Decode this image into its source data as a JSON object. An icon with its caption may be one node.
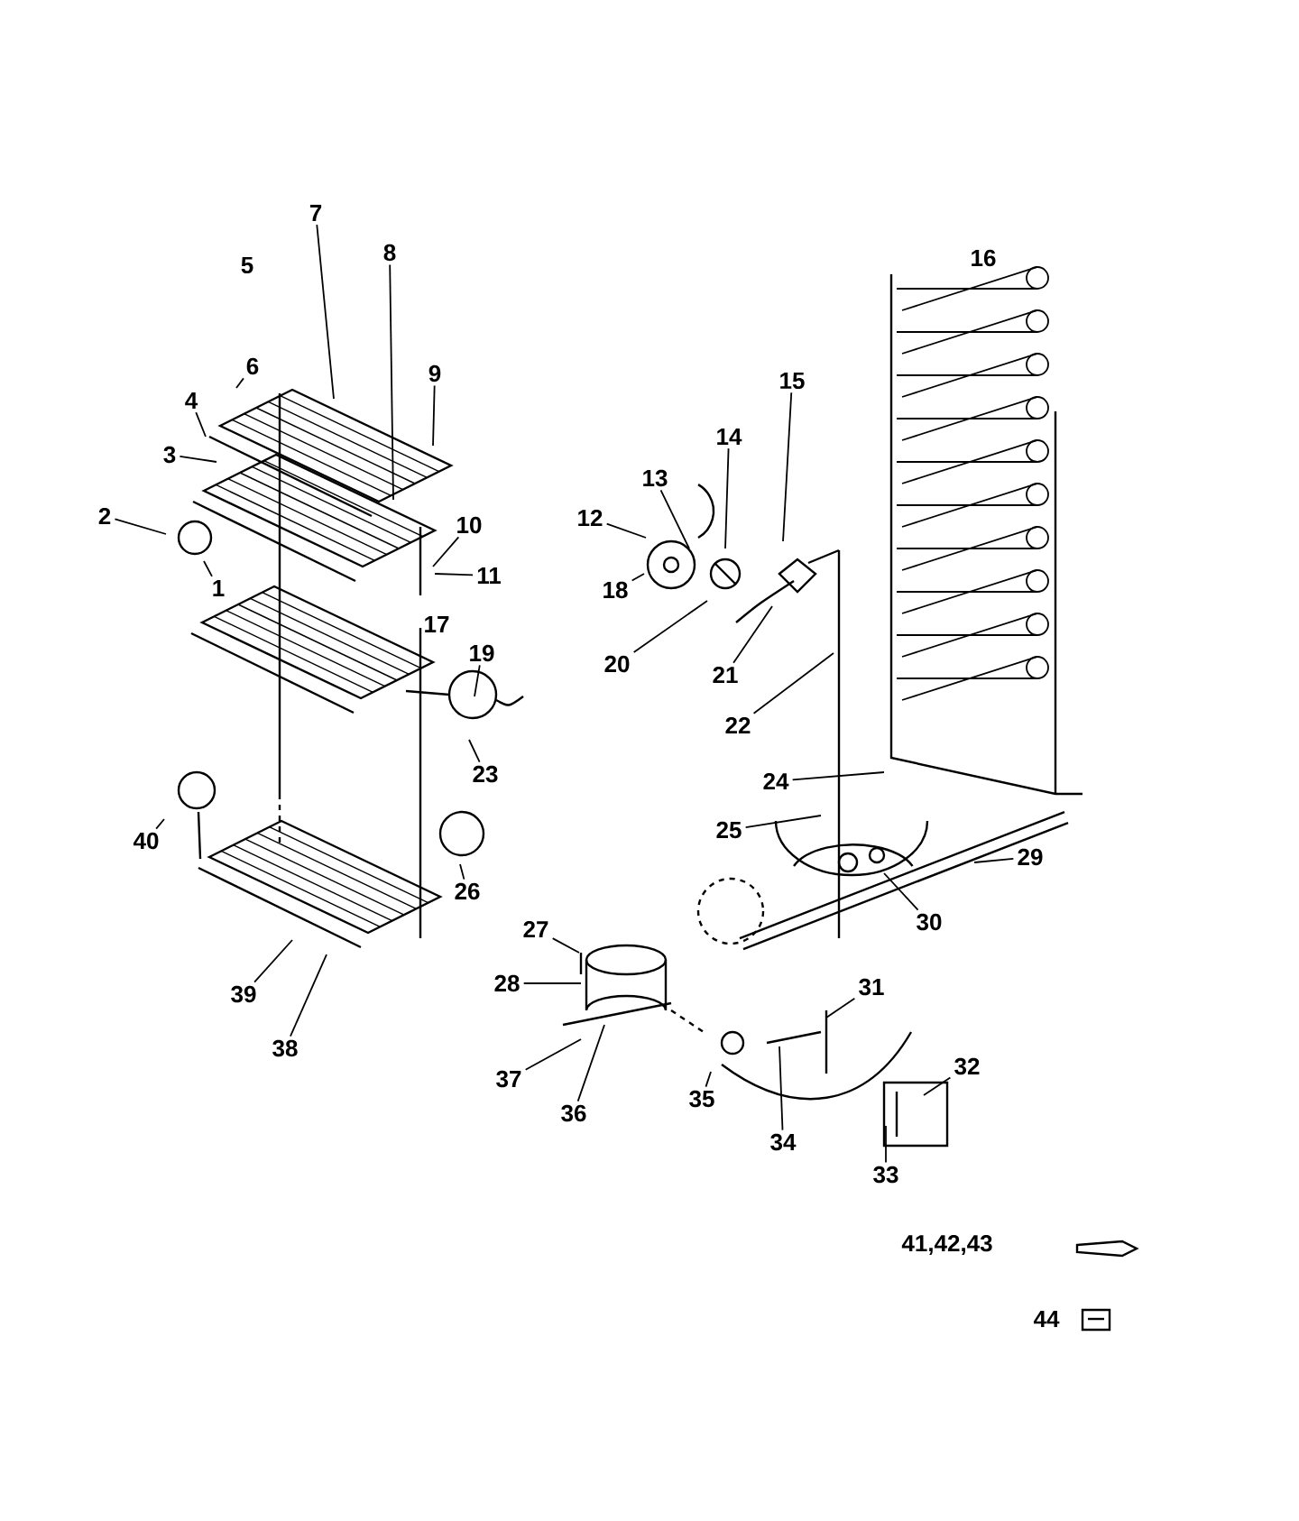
{
  "diagram": {
    "nodes": [
      {
        "text": [
          "1"
        ]
      },
      {
        "text": [
          "2"
        ]
      },
      {
        "text": [
          "3"
        ]
      },
      {
        "text": [
          "4"
        ]
      },
      {
        "text": [
          "6"
        ]
      },
      {
        "text": [
          "7"
        ]
      },
      {
        "text": [
          "8"
        ]
      },
      {
        "text": [
          "9"
        ]
      },
      {
        "text": [
          "10"
        ]
      },
      {
        "text": [
          "11"
        ]
      },
      {
        "text": [
          "12"
        ]
      },
      {
        "text": [
          "13"
        ]
      },
      {
        "text": [
          "14"
        ]
      },
      {
        "text": [
          "15"
        ]
      },
      {
        "text": [
          "18"
        ]
      },
      {
        "text": [
          "19"
        ]
      },
      {
        "text": [
          "20"
        ]
      },
      {
        "text": [
          "21"
        ]
      },
      {
        "text": [
          "22"
        ]
      },
      {
        "text": [
          "23"
        ]
      },
      {
        "text": [
          "24"
        ]
      },
      {
        "text": [
          "25"
        ]
      },
      {
        "text": [
          "26"
        ]
      },
      {
        "text": [
          "27"
        ]
      },
      {
        "text": [
          "28"
        ]
      },
      {
        "text": [
          "29"
        ]
      },
      {
        "text": [
          "30"
        ]
      },
      {
        "text": [
          "31"
        ]
      },
      {
        "text": [
          "32"
        ]
      },
      {
        "text": [
          "33"
        ]
      },
      {
        "text": [
          "34"
        ]
      },
      {
        "text": [
          "35"
        ]
      },
      {
        "text": [
          "36"
        ]
      },
      {
        "text": [
          "37"
        ]
      },
      {
        "text": [
          "38"
        ]
      },
      {
        "text": [
          "39"
        ]
      },
      {
        "text": [
          "40"
        ]
      }
    ],
    "edges": [
      {
        "from": 0,
        "to": null,
        "arrow": "none"
      },
      {
        "from": 1,
        "to": null,
        "arrow": "none"
      },
      {
        "from": 2,
        "to": null,
        "arrow": "none"
      },
      {
        "from": 3,
        "to": null,
        "arrow": "none"
      },
      {
        "from": 4,
        "to": null,
        "arrow": "none"
      },
      {
        "from": 5,
        "to": null,
        "arrow": "none"
      },
      {
        "from": 6,
        "to": null,
        "arrow": "none"
      },
      {
        "from": 7,
        "to": null,
        "arrow": "none"
      },
      {
        "from": 8,
        "to": null,
        "arrow": "none"
      },
      {
        "from": 9,
        "to": null,
        "arrow": "none"
      },
      {
        "from": 10,
        "to": null,
        "arrow": "none"
      },
      {
        "from": 11,
        "to": null,
        "arrow": "none"
      },
      {
        "from": 12,
        "to": null,
        "arrow": "none"
      },
      {
        "from": 13,
        "to": null,
        "arrow": "none"
      },
      {
        "from": 14,
        "to": null,
        "arrow": "none"
      },
      {
        "from": 15,
        "to": null,
        "arrow": "none"
      },
      {
        "from": 16,
        "to": null,
        "arrow": "none"
      },
      {
        "from": 17,
        "to": null,
        "arrow": "none"
      },
      {
        "from": 18,
        "to": null,
        "arrow": "none"
      },
      {
        "from": 19,
        "to": null,
        "arrow": "none"
      },
      {
        "from": 20,
        "to": null,
        "arrow": "none"
      },
      {
        "from": 21,
        "to": null,
        "arrow": "none"
      },
      {
        "from": 22,
        "to": null,
        "arrow": "none"
      },
      {
        "from": 23,
        "to": null,
        "arrow": "none"
      },
      {
        "from": 24,
        "to": null,
        "arrow": "none"
      },
      {
        "from": 25,
        "to": null,
        "arrow": "none"
      },
      {
        "from": 26,
        "to": null,
        "arrow": "none"
      },
      {
        "from": 27,
        "to": null,
        "arrow": "none"
      },
      {
        "from": 28,
        "to": null,
        "arrow": "none"
      },
      {
        "from": 29,
        "to": null,
        "arrow": "none"
      },
      {
        "from": 30,
        "to": null,
        "arrow": "none"
      },
      {
        "from": 31,
        "to": null,
        "arrow": "none"
      },
      {
        "from": 32,
        "to": null,
        "arrow": "none"
      },
      {
        "from": 33,
        "to": null,
        "arrow": "none"
      },
      {
        "from": 34,
        "to": null,
        "arrow": "none"
      },
      {
        "from": 35,
        "to": null,
        "arrow": "none"
      },
      {
        "from": 36,
        "to": null,
        "arrow": "none"
      }
    ],
    "labels": [
      "5",
      "16",
      "17",
      "41,42,43",
      "44"
    ]
  }
}
